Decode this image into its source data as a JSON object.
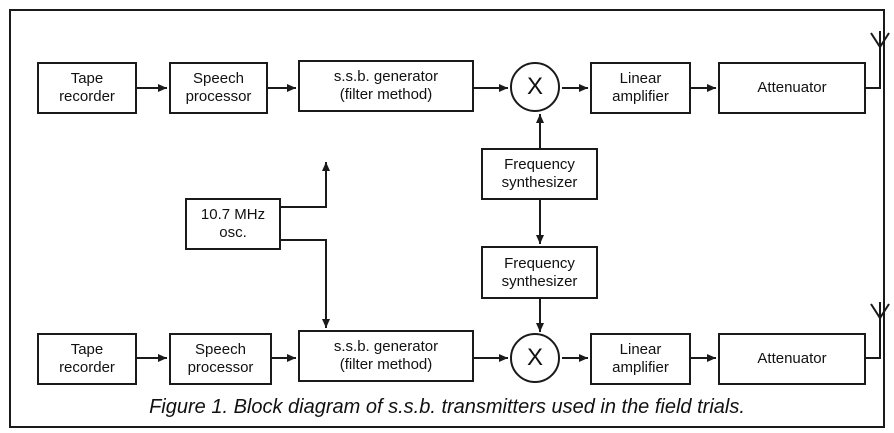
{
  "blocks": {
    "tape1": "Tape\nrecorder",
    "speech1": "Speech\nprocessor",
    "ssb1": "s.s.b. generator\n(filter method)",
    "linear1": "Linear\namplifier",
    "atten1": "Attenuator",
    "freq1": "Frequency\nsynthesizer",
    "osc": "10.7 MHz\nosc.",
    "freq2": "Frequency\nsynthesizer",
    "tape2": "Tape\nrecorder",
    "speech2": "Speech\nprocessor",
    "ssb2": "s.s.b. generator\n(filter method)",
    "linear2": "Linear\namplifier",
    "atten2": "Attenuator"
  },
  "mixers": {
    "m1": "X",
    "m2": "X"
  },
  "caption": "Figure 1. Block diagram of s.s.b. transmitters used in the field trials.",
  "icons": [
    "mixer-icon",
    "antenna-icon"
  ],
  "colors": {
    "ink": "#1a1a1a",
    "background": "#ffffff"
  }
}
